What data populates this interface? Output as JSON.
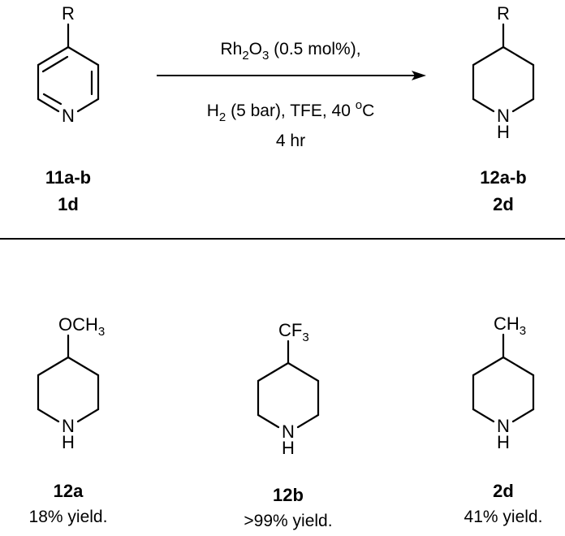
{
  "reaction": {
    "reactant": {
      "substituent": "R",
      "ring_atom": "N",
      "ids": [
        "11a-b",
        "1d"
      ]
    },
    "product": {
      "substituent": "R",
      "ring_atom": "N",
      "ring_h": "H",
      "ids": [
        "12a-b",
        "2d"
      ]
    },
    "conditions": {
      "line1_pre": "Rh",
      "line1_sub1": "2",
      "line1_mid": "O",
      "line1_sub2": "3",
      "line1_post": " (0.5 mol%),",
      "line2_pre": "H",
      "line2_sub": "2",
      "line2_mid": " (5 bar), TFE, 40 ",
      "line2_sup": "o",
      "line2_post": "C",
      "line3": "4 hr"
    }
  },
  "products": [
    {
      "group_main": "OCH",
      "group_sub": "3",
      "ring_atom": "N",
      "ring_h": "H",
      "id": "12a",
      "yield": "18% yield."
    },
    {
      "group_main": "CF",
      "group_sub": "3",
      "ring_atom": "N",
      "ring_h": "H",
      "id": "12b",
      "yield": ">99% yield."
    },
    {
      "group_main": "CH",
      "group_sub": "3",
      "ring_atom": "N",
      "ring_h": "H",
      "id": "2d",
      "yield": "41% yield."
    }
  ]
}
